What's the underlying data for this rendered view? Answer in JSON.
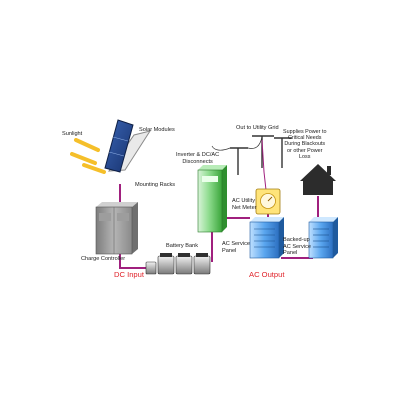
{
  "labels": {
    "sunlight": "Sunlight",
    "solar_modules": "Solar Modules",
    "mounting_racks": "Mounting Racks",
    "charge_controller": "Charge Controller",
    "battery_bank": "Battery Bank",
    "inverter": "Inverter & DC/AC\nDisconnects",
    "out_to_grid": "Out to Utility Grid",
    "ac_utility_meter": "AC Utility\nNet Meter",
    "ac_service_panel": "AC Service\nPanel",
    "backed_up_panel": "Backed-up\nAC Service\nPanel",
    "supplies_power": "Supplies Power to\nCritical Needs\nDuring Blackouts\nor other Power\nLoss"
  },
  "sections": {
    "dc_input": "DC Input",
    "ac_output": "AC Output"
  },
  "colors": {
    "wire": "#a0207e",
    "section_text": "#e0232a",
    "inverter": "#5fc45f",
    "panel_blue": "#3c8ee0",
    "meter_yellow": "#ffe47a",
    "solar_panel": "#1c3d80"
  }
}
